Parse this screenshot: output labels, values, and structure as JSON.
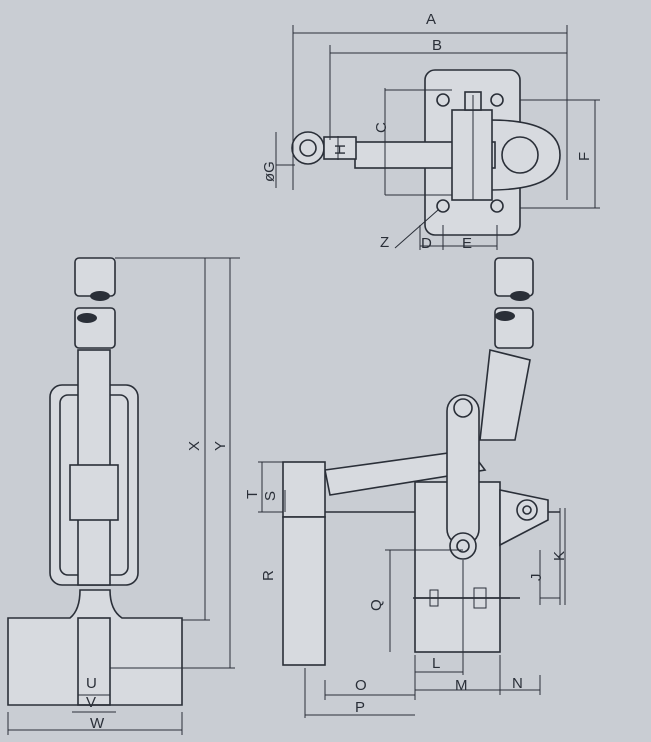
{
  "labels": {
    "A": "A",
    "B": "B",
    "C": "C",
    "D": "D",
    "E": "E",
    "F": "F",
    "G": "øG",
    "H": "H",
    "J": "J",
    "K": "K",
    "L": "L",
    "M": "M",
    "N": "N",
    "O": "O",
    "P": "P",
    "Q": "Q",
    "R": "R",
    "S": "S",
    "T": "T",
    "U": "U",
    "V": "V",
    "W": "W",
    "X": "X",
    "Y": "Y",
    "Z": "Z"
  },
  "colors": {
    "background": "#c9cdd3",
    "line": "#2a2f38"
  }
}
